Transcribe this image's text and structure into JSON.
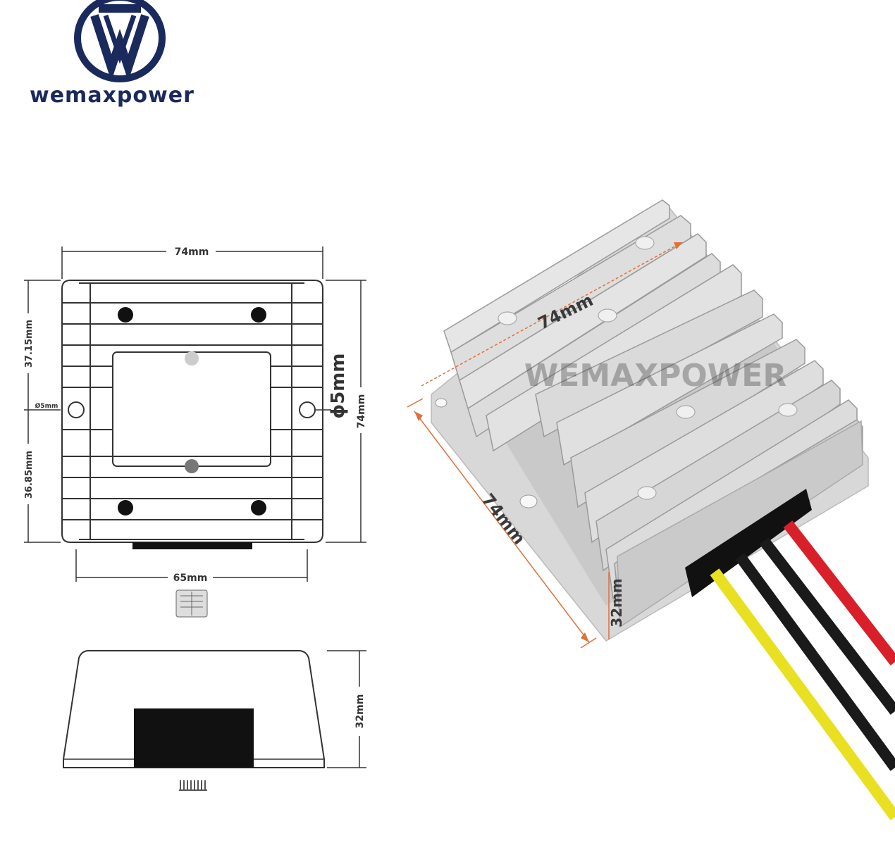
{
  "brand": {
    "name": "wemaxpower",
    "accent": "#1b2a5c"
  },
  "top_view": {
    "width_label": "74mm",
    "height_label": "74mm",
    "upper_label": "37.15mm",
    "lower_label": "36.85mm",
    "hole_label_small": "Ø5mm",
    "hole_label_large": "ϕ5mm",
    "base_label": "65mm"
  },
  "side_view": {
    "height_label": "32mm"
  },
  "photo": {
    "length_label_top": "74mm",
    "length_label_side": "74mm",
    "height_label": "32mm",
    "watermark": "WEMAXPOWER",
    "wire_colors": [
      "#e8e020",
      "#1a1a1a",
      "#1a1a1a",
      "#d81f2a"
    ]
  }
}
